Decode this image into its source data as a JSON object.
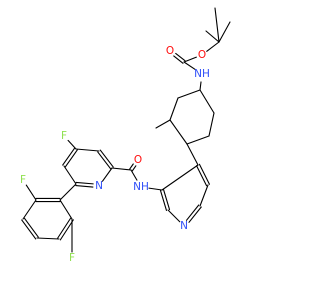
{
  "structure": {
    "colors": {
      "bond": "#000000",
      "carbon": "#000000",
      "oxygen": "#FF0D0D",
      "nitrogen": "#3050F8",
      "fluorine": "#90E050",
      "background": "#FFFFFF"
    },
    "atom_labels": {
      "carbamate_o_double": "O",
      "carbamate_o_ester": "O",
      "carbamate_nh": "NH",
      "fluoro_pyridine": "F",
      "fluoro_phenyl_upper": "F",
      "fluoro_phenyl_lower": "F",
      "pyridine_n_picolinamide": "N",
      "amide_o": "O",
      "amide_nh": "NH",
      "pyridine_n_bottom": "N"
    }
  }
}
